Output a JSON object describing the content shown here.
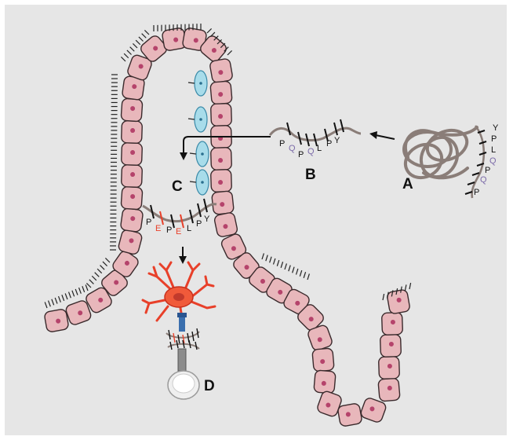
{
  "labels": {
    "a": "A",
    "b": "B",
    "c": "C",
    "d": "D"
  },
  "peptide_a": [
    "Y",
    "P",
    "L",
    "Q",
    "P",
    "Q",
    "P"
  ],
  "peptide_b": [
    "P",
    "Q",
    "P",
    "Q",
    "L",
    "P",
    "Y"
  ],
  "peptide_c": [
    "P",
    "E",
    "P",
    "E",
    "L",
    "P",
    "Y"
  ],
  "colors": {
    "panel": "#e6e6e6",
    "cell_fill": "#e8b7bb",
    "cell_stroke": "#3a2a2c",
    "nucleus": "#b5436b",
    "goblet": "#a8dcea",
    "glutamine": "#7b6aa8",
    "glutamate": "#e8402a",
    "protein": "#8a7d78",
    "dendritic": "#e8402a",
    "tcell": "#eeeeee"
  }
}
